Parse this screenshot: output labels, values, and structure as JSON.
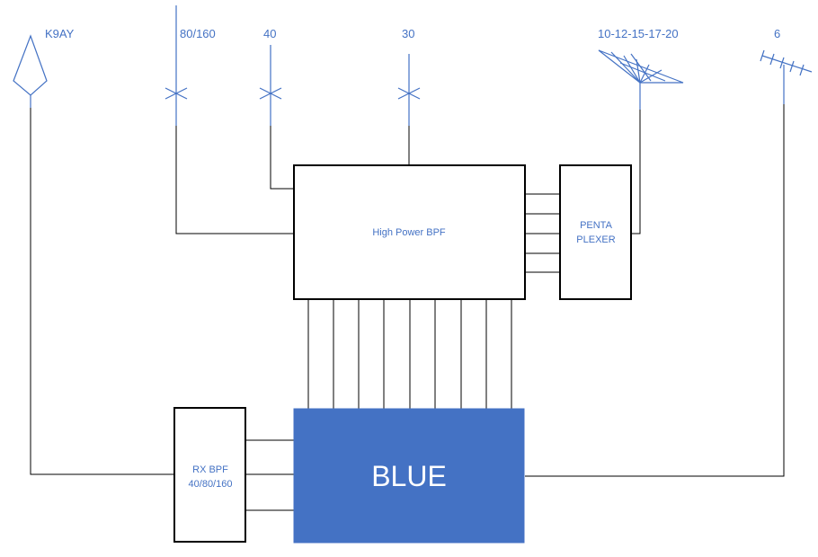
{
  "antennas": [
    {
      "label": "K9AY",
      "icon": "k9ay-loop-icon"
    },
    {
      "label": "80/160",
      "icon": "dipole-icon"
    },
    {
      "label": "40",
      "icon": "dipole-icon"
    },
    {
      "label": "30",
      "icon": "dipole-icon"
    },
    {
      "label": "10-12-15-17-20",
      "icon": "log-periodic-icon"
    },
    {
      "label": "6",
      "icon": "yagi-icon"
    }
  ],
  "blocks": {
    "hpbpf": "High Power BPF",
    "penta_line1": "PENTA",
    "penta_line2": "PLEXER",
    "rxbpf_line1": "RX BPF",
    "rxbpf_line2": "40/80/160",
    "radio": "BLUE"
  },
  "colors": {
    "accent": "#4472c4",
    "radio_fill": "#4472c4",
    "line": "#000000"
  }
}
